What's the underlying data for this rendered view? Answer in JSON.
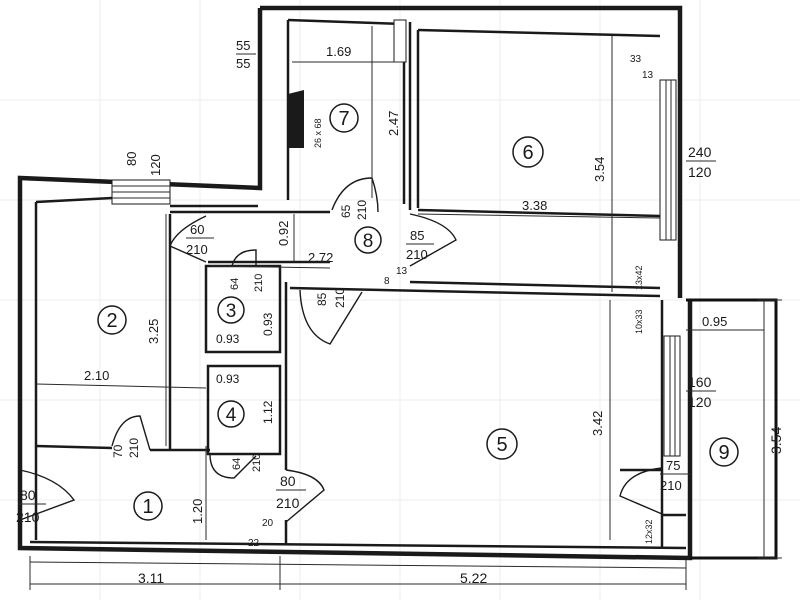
{
  "rooms": [
    "1",
    "2",
    "3",
    "4",
    "5",
    "6",
    "7",
    "8",
    "9"
  ],
  "dimensions": {
    "bottom_left": "3.11",
    "bottom_right": "5.22",
    "r9_height": "3.54",
    "r9_width": "0.95",
    "r7_width": "1.69",
    "r7_height": "2.47",
    "r6_height": "3.54",
    "r6_width": "3.38",
    "r5_height": "3.42",
    "r2_height": "3.25",
    "r2_width": "2.10",
    "hall_width": "2.72",
    "hall_depth": "0.92",
    "r3_width": "0.93",
    "r3_height": "0.93",
    "r4_width": "0.93",
    "r4_height": "1.12",
    "r1_height": "1.20"
  },
  "openings": {
    "o55_top": "55",
    "o55_bot": "55",
    "o80_120_top": "80",
    "o80_120_bot": "120",
    "o240_top": "240",
    "o240_bot": "120",
    "o160_top": "160",
    "o160_bot": "120",
    "o80_210_left_top": "80",
    "o80_210_left_bot": "210",
    "o60_top": "60",
    "o60_bot": "210",
    "o65_top": "65",
    "o65_bot": "210",
    "o85a_top": "85",
    "o85a_bot": "210",
    "o85b_top": "85",
    "o85b_bot": "210",
    "o64a_top": "64",
    "o64a_bot": "210",
    "o64b_top": "64",
    "o64b_bot": "210",
    "o70_top": "70",
    "o70_bot": "210",
    "o80_210_top": "80",
    "o80_210_bot": "210",
    "o75_top": "75",
    "o75_bot": "210"
  },
  "small_marks": {
    "m33": "33",
    "m13": "13",
    "m13x42": "13x42",
    "m10x33": "10x33",
    "m12x32": "12x32",
    "m22": "22",
    "m20": "20",
    "m8": "8",
    "m13b": "13"
  },
  "fixture": "26 x 68"
}
